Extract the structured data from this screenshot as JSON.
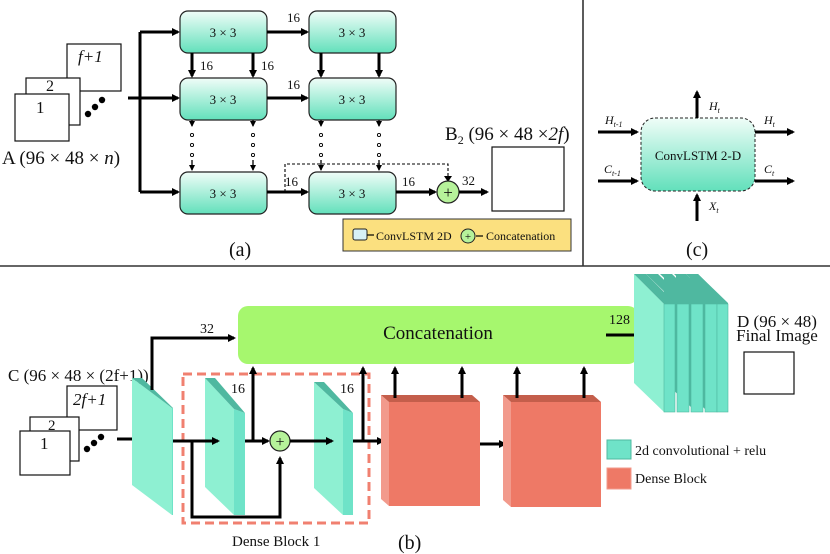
{
  "panel_a": {
    "caption": "(a)",
    "input_label_prefix": "A (96 × 48 × ",
    "input_label_var": "n",
    "input_label_suffix": ")",
    "frames": [
      "1",
      "2",
      "f+1"
    ],
    "cell_label": "3 × 3",
    "edge_labels": {
      "row1_mid": "16",
      "row1_down_left": "16",
      "row1_down_right": "16",
      "row2_mid": "16",
      "row3_in": "16",
      "row3_out": "16",
      "concat_out": "32"
    },
    "output_label_prefix": "B",
    "output_label_sub": "2",
    "output_label_rest": " (96 × 48 ×",
    "output_label_var": "2f",
    "output_label_close": ")",
    "legend": {
      "convlstm": "ConvLSTM 2D",
      "concat": "Concatenation"
    }
  },
  "panel_b": {
    "caption": "(b)",
    "input_label": "C (96 × 48 × (2f+1))",
    "frames": [
      "1",
      "2",
      "2f+1"
    ],
    "concat_label": "Concatenation",
    "edge_labels": {
      "skip": "32",
      "conv1": "16",
      "conv2": "16",
      "out": "128"
    },
    "dense_block_label": "Dense Block 1",
    "output_label_line1": "D (96 × 48)",
    "output_label_line2": "Final Image",
    "legend": [
      {
        "label": "2d convolutional + relu",
        "color": "#6fe3c8"
      },
      {
        "label": "Dense Block",
        "color": "#ee7966"
      }
    ]
  },
  "panel_c": {
    "caption": "(c)",
    "cell_label": "ConvLSTM 2-D",
    "in_h": "H",
    "in_h_sub": "t-1",
    "in_c": "C",
    "in_c_sub": "t-1",
    "out_h": "H",
    "out_h_sub": "t",
    "out_c": "C",
    "out_c_sub": "t",
    "up_h": "H",
    "up_h_sub": "t",
    "x_in": "X",
    "x_in_sub": "t"
  },
  "colors": {
    "cell_top": "#f0fdf8",
    "cell_bottom": "#62e0bb",
    "concat_green": "#a6f76e",
    "plus_fill": "#b6f29a",
    "dense_red": "#ee7966",
    "dense_dark": "#c45e4b",
    "dense_light": "#f29a8c",
    "teal_face": "#8ef0d2",
    "teal_side": "#6fe3c8",
    "teal_top": "#4fb8a0",
    "legend_bg": "#fbe07f",
    "dashed_red": "#f08070"
  }
}
